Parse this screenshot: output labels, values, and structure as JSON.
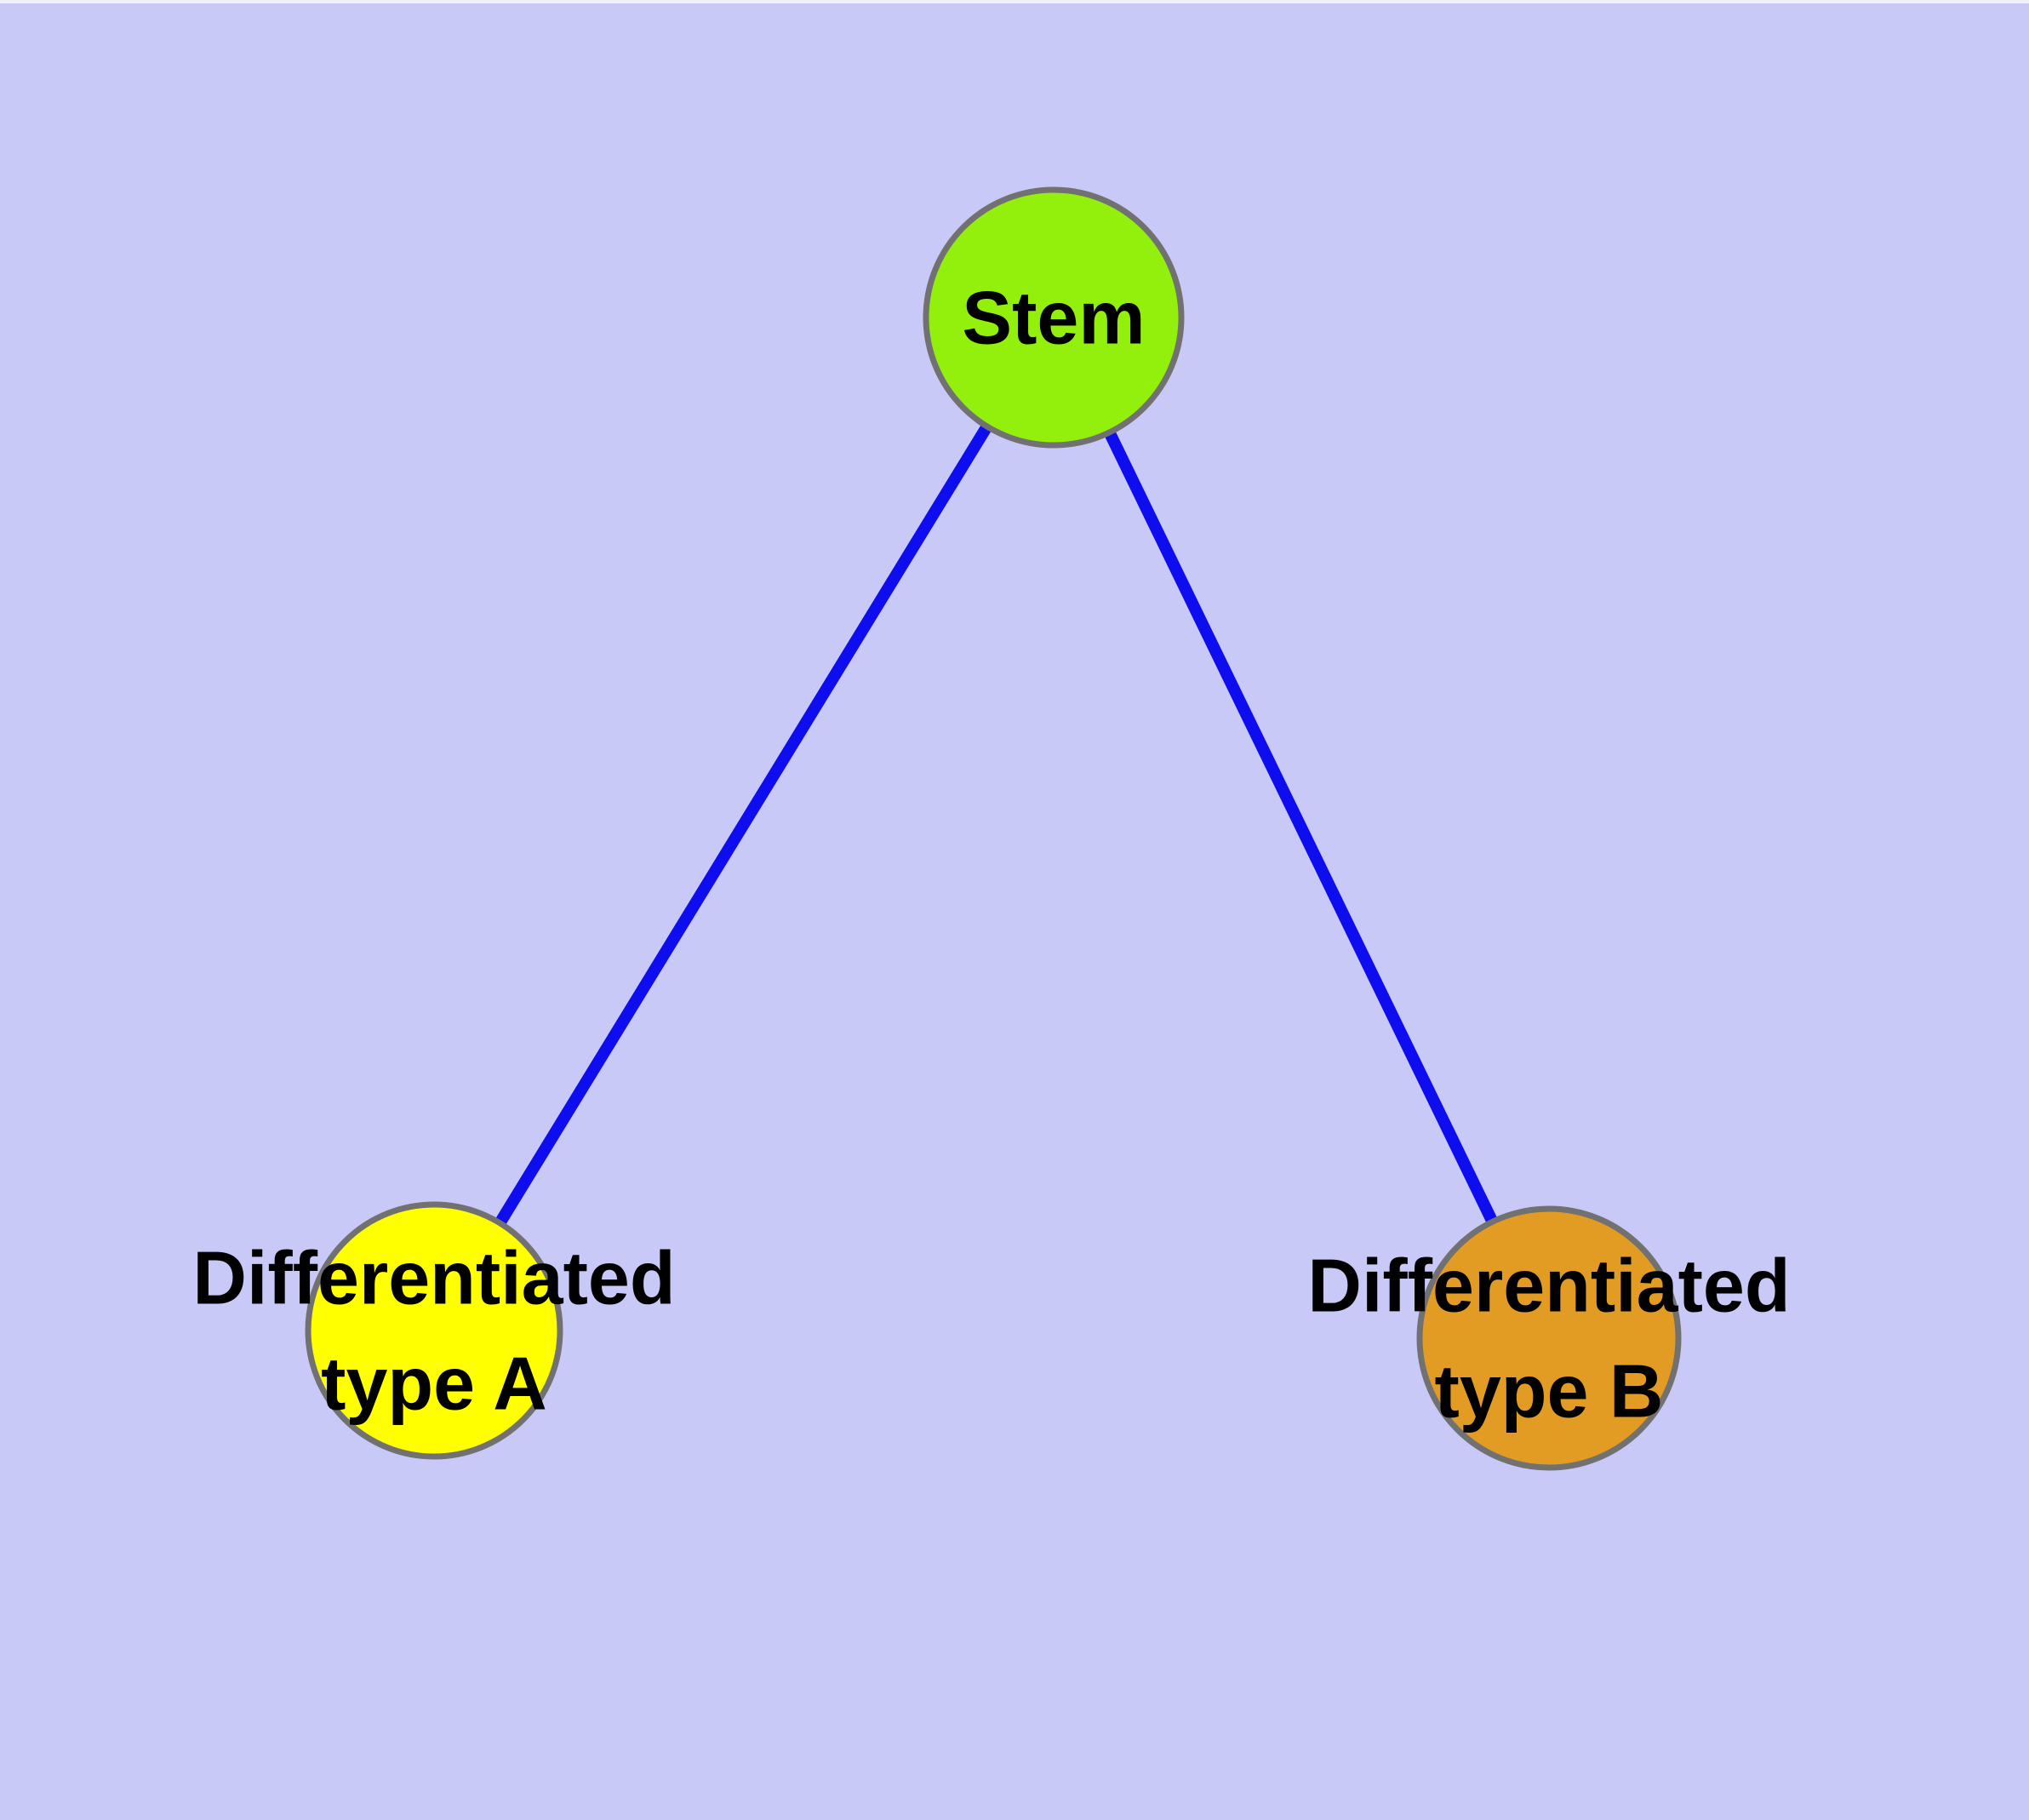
{
  "diagram": {
    "type": "graph",
    "colors": {
      "background": "#C9C9F8",
      "top_strip": "#F1F1F9",
      "edge": "#0D0DF0",
      "node_border": "#717171",
      "label_text": "#000000"
    },
    "nodes": {
      "stem": {
        "label": "Stem",
        "fill": "#93F00D"
      },
      "type_a": {
        "label_line1": "Differentiated",
        "label_line2": "type A",
        "fill": "#FFFF00"
      },
      "type_b": {
        "label_line1": "Differentiated",
        "label_line2": "type B",
        "fill": "#E29B23"
      }
    },
    "edges": [
      {
        "from": "stem",
        "to": "type_a"
      },
      {
        "from": "stem",
        "to": "type_b"
      }
    ]
  }
}
